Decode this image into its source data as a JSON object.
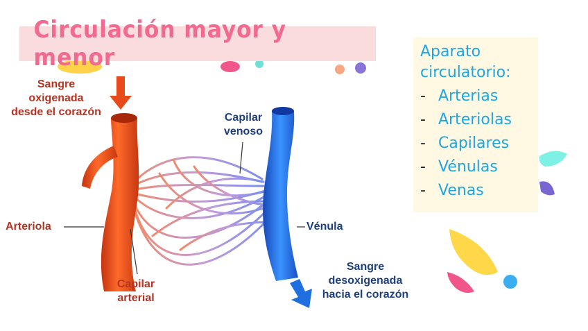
{
  "title": "Circulación mayor y menor",
  "diagram": {
    "labels": {
      "sangre_oxigenada": "Sangre\noxigenada\ndesde el corazón",
      "capilar_venoso": "Capilar\nvenoso",
      "arteriola": "Arteriola",
      "venula": "Vénula",
      "capilar_arterial": "Capilar\narterial",
      "sangre_desoxigenada": "Sangre\ndesoxigenada\nhacia el corazón"
    }
  },
  "info_box": {
    "title": "Aparato\ncirculatorio:",
    "items": [
      "Arterias",
      "Arteriolas",
      "Capilares",
      "Vénulas",
      "Venas"
    ],
    "bullet": "-"
  },
  "colors": {
    "artery": "#e8481c",
    "vein": "#1f6fe0",
    "capillary": "#a58ad8",
    "title": "#f06b8f",
    "title_bg": "#fbdcdc",
    "info_text": "#1ea6e4",
    "info_bg": "#fff8e2"
  }
}
